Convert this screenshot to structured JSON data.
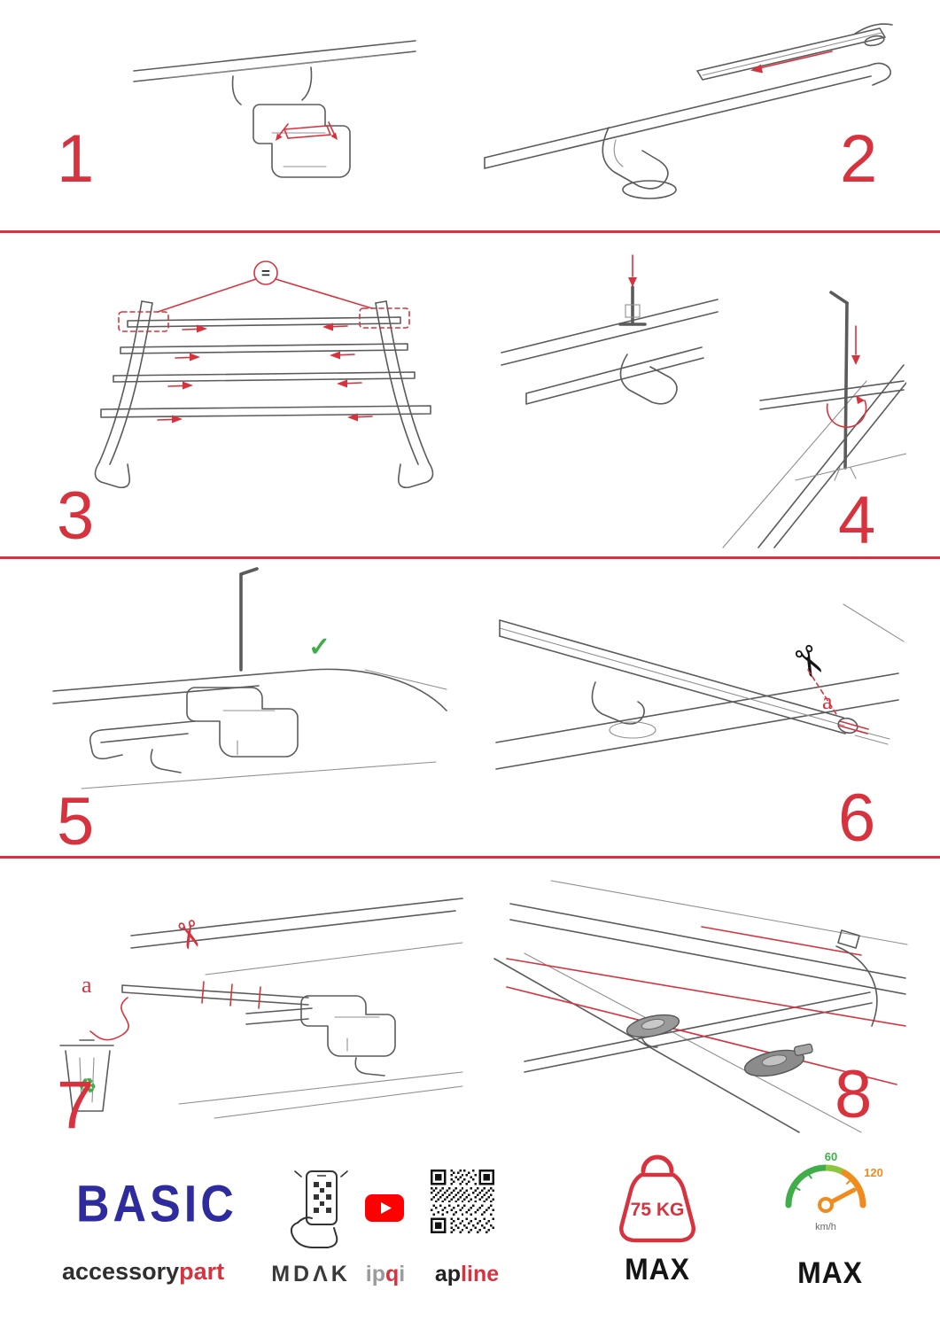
{
  "steps": [
    "1",
    "2",
    "3",
    "4",
    "5",
    "6",
    "7",
    "8"
  ],
  "annotations": {
    "equal_spacing": "=",
    "check_ok": "✓",
    "cut_label_6": "a",
    "cut_label_7": "a",
    "scissors_glyph": "✂",
    "recycle_glyph": "♻"
  },
  "footer": {
    "logo_title": "BASIC",
    "logo_sub_prefix": "accessory",
    "logo_sub_suffix": "part",
    "brand_mdak": "MDΛK",
    "brand_ipqi_prefix": "ip",
    "brand_ipqi_accent": "q",
    "brand_ipqi_suffix": "i",
    "brand_apline_prefix": "ap",
    "brand_apline_suffix": "line",
    "weight_limit": "75 KG",
    "weight_limit_max": "MAX",
    "speed_value_low": "60",
    "speed_value_high": "120",
    "speed_unit": "km/h",
    "speed_max": "MAX"
  },
  "colors": {
    "accent_red": "#d7333f",
    "logo_blue": "#2d2b9e",
    "ok_green": "#3fae49",
    "gauge_green": "#3fae49",
    "gauge_mid_green": "#8cc63f",
    "gauge_orange": "#f08c1e",
    "line_gray": "#5b5b5b",
    "youtube_red": "#ff0000",
    "text_dark": "#141414"
  }
}
